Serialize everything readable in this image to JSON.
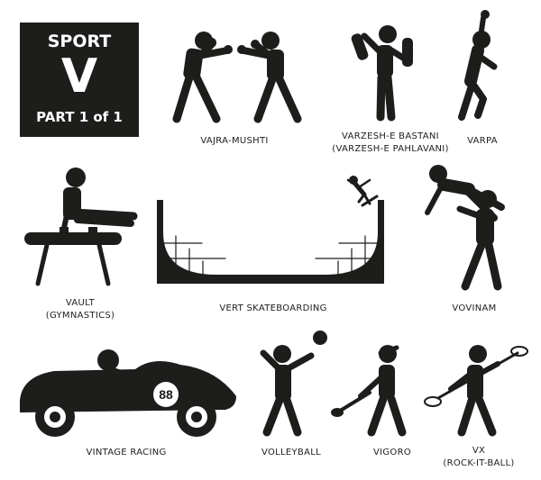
{
  "title": {
    "line1": "SPORT",
    "letter": "V",
    "part": "PART 1 of 1"
  },
  "icons": [
    {
      "name": "vajra-mushti",
      "lines": [
        "VAJRA-MUSHTI"
      ]
    },
    {
      "name": "varzesh-e-bastani",
      "lines": [
        "VARZESH-E BASTANI",
        "(VARZESH-E PAHLAVANI)"
      ]
    },
    {
      "name": "varpa",
      "lines": [
        "VARPA"
      ]
    },
    {
      "name": "vault",
      "lines": [
        "VAULT",
        "(GYMNASTICS)"
      ]
    },
    {
      "name": "vert-skateboarding",
      "lines": [
        "VERT SKATEBOARDING"
      ]
    },
    {
      "name": "vovinam",
      "lines": [
        "VOVINAM"
      ]
    },
    {
      "name": "vintage-racing",
      "lines": [
        "VINTAGE RACING"
      ]
    },
    {
      "name": "volleyball",
      "lines": [
        "VOLLEYBALL"
      ]
    },
    {
      "name": "vigoro",
      "lines": [
        "VIGORO"
      ]
    },
    {
      "name": "vx",
      "lines": [
        "VX",
        "(ROCK-IT-BALL)"
      ]
    }
  ],
  "car_number": "88",
  "colors": {
    "ink": "#1d1d1b",
    "background": "#ffffff"
  }
}
